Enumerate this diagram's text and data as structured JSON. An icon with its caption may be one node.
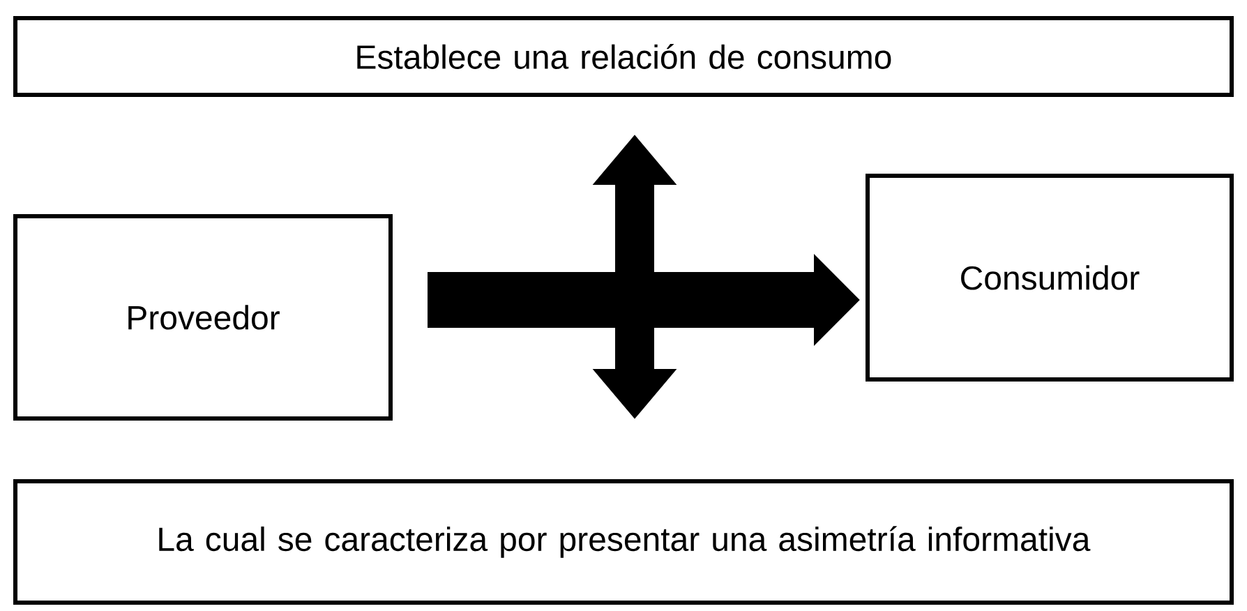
{
  "diagram": {
    "nodes": [
      {
        "text": [
          "Establece una relación de consumo"
        ]
      },
      {
        "text": [
          "Proveedor"
        ]
      },
      {
        "text": [
          "Consumidor"
        ]
      },
      {
        "text": [
          "La cual se caracteriza por presentar una asimetría informativa"
        ]
      }
    ],
    "edges": [
      {
        "from": 1,
        "to": 2,
        "arrow": "to"
      },
      {
        "from": 0,
        "to": 3,
        "arrow": "both"
      }
    ]
  }
}
